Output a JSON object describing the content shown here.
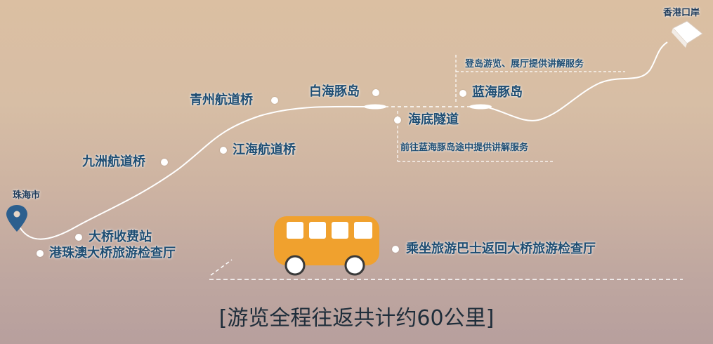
{
  "map": {
    "origin_city": "珠海市",
    "destination": "香港口岸",
    "stops": {
      "checkpoint": "港珠澳大桥旅游检查厅",
      "toll_station": "大桥收费站",
      "jiuzhou_bridge": "九洲航道桥",
      "jianghai_bridge": "江海航道桥",
      "qingzhou_bridge": "青州航道桥",
      "white_dolphin_island": "白海豚岛",
      "blue_dolphin_island": "蓝海豚岛",
      "undersea_tunnel": "海底隧道"
    },
    "notes": {
      "blue_island_service": "登岛游览、展厅提供讲解服务",
      "tunnel_service": "前往蓝海豚岛途中提供讲解服务"
    },
    "bus_return": "乘坐旅游巴士返回大桥旅游检查厅",
    "summary": "[游览全程往返共计约60公里]",
    "colors": {
      "label_text": "#1f4e73",
      "bus_body": "#f0a12e",
      "route_line": "#ffffff",
      "pin": "#2c5f8e"
    },
    "icons": [
      "map-pin-icon",
      "bus-icon",
      "port-building-icon"
    ]
  }
}
